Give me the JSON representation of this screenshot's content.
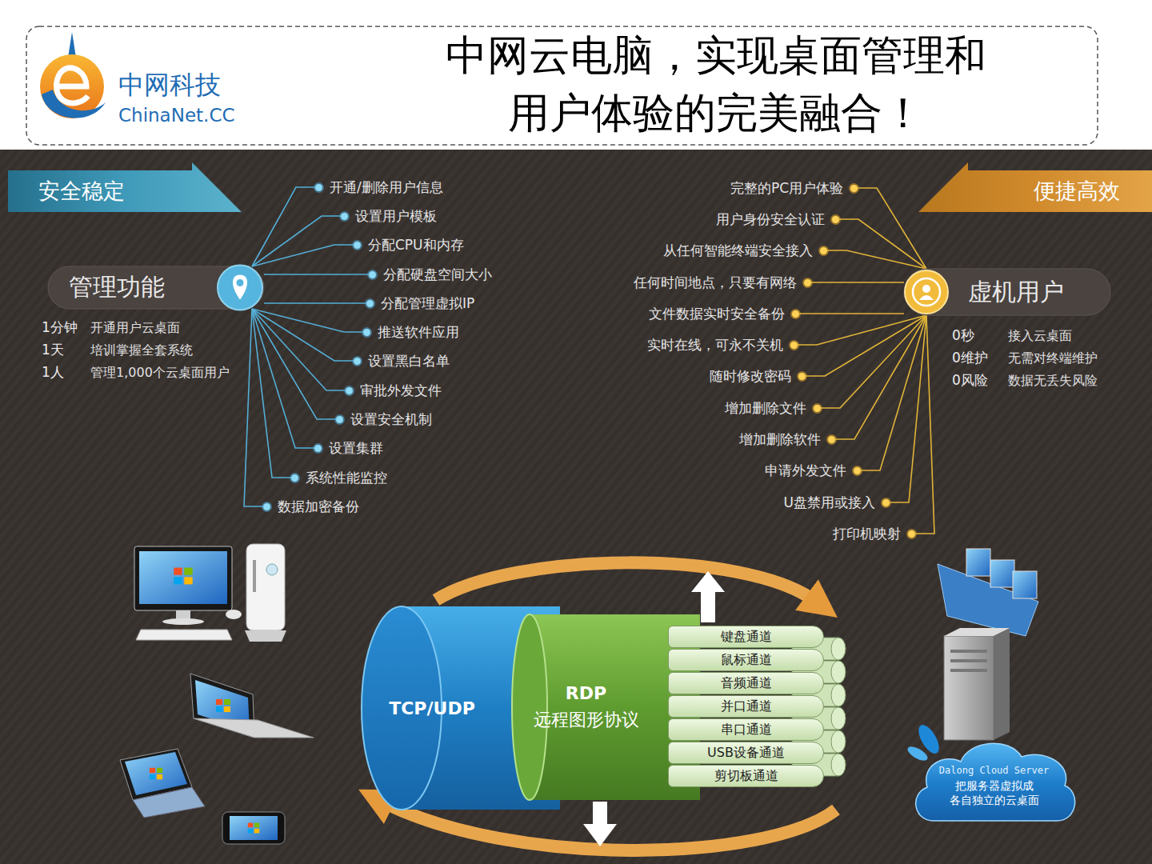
{
  "diagram": {
    "title": "中网云电脑，实现桌面管理和 用户体验的完美融合！",
    "nodes": [
      {
        "text": [
          "安全稳定"
        ]
      },
      {
        "text": [
          "管理功能"
        ]
      },
      {
        "text": [
          "开通/删除用户信息"
        ]
      },
      {
        "text": [
          "设置用户模板"
        ]
      },
      {
        "text": [
          "分配CPU和内存"
        ]
      },
      {
        "text": [
          "分配硬盘空间大小"
        ]
      },
      {
        "text": [
          "分配管理虚拟IP"
        ]
      },
      {
        "text": [
          "推送软件应用"
        ]
      },
      {
        "text": [
          "设置黑白名单"
        ]
      },
      {
        "text": [
          "审批外发文件"
        ]
      },
      {
        "text": [
          "设置安全机制"
        ]
      },
      {
        "text": [
          "设置集群"
        ]
      },
      {
        "text": [
          "系统性能监控"
        ]
      },
      {
        "text": [
          "数据加密备份"
        ]
      },
      {
        "text": [
          "便捷高效"
        ]
      },
      {
        "text": [
          "虚机用户"
        ]
      },
      {
        "text": [
          "完整的PC用户体验"
        ]
      },
      {
        "text": [
          "用户身份安全认证"
        ]
      },
      {
        "text": [
          "从任何智能终端安全接入"
        ]
      },
      {
        "text": [
          "任何时间地点，只要有网络"
        ]
      },
      {
        "text": [
          "文件数据实时安全备份"
        ]
      },
      {
        "text": [
          "实时在线，可永不关机"
        ]
      },
      {
        "text": [
          "随时修改密码"
        ]
      },
      {
        "text": [
          "增加删除文件"
        ]
      },
      {
        "text": [
          "增加删除软件"
        ]
      },
      {
        "text": [
          "申请外发文件"
        ]
      },
      {
        "text": [
          "U盘禁用或接入"
        ]
      },
      {
        "text": [
          "打印机映射"
        ]
      },
      {
        "text": [
          "TCP/UDP"
        ]
      },
      {
        "text": [
          "RDP",
          "远程图形协议"
        ]
      },
      {
        "text": [
          "键盘通道"
        ]
      },
      {
        "text": [
          "鼠标通道"
        ]
      },
      {
        "text": [
          "音频通道"
        ]
      },
      {
        "text": [
          "并口通道"
        ]
      },
      {
        "text": [
          "串口通道"
        ]
      },
      {
        "text": [
          "USB设备通道"
        ]
      },
      {
        "text": [
          "剪切板通道"
        ]
      },
      {
        "text": [
          "Dalong Cloud Server",
          "把服务器虚拟成 各自独立的云桌面"
        ]
      }
    ],
    "edges": [
      {
        "from": 1,
        "to": 2,
        "arrow": "none"
      },
      {
        "from": 1,
        "to": 3,
        "arrow": "none"
      },
      {
        "from": 1,
        "to": 4,
        "arrow": "none"
      },
      {
        "from": 1,
        "to": 5,
        "arrow": "none"
      },
      {
        "from": 1,
        "to": 6,
        "arrow": "none"
      },
      {
        "from": 1,
        "to": 7,
        "arrow": "none"
      },
      {
        "from": 1,
        "to": 8,
        "arrow": "none"
      },
      {
        "from": 1,
        "to": 9,
        "arrow": "none"
      },
      {
        "from": 1,
        "to": 10,
        "arrow": "none"
      },
      {
        "from": 1,
        "to": 11,
        "arrow": "none"
      },
      {
        "from": 1,
        "to": 12,
        "arrow": "none"
      },
      {
        "from": 1,
        "to": 13,
        "arrow": "none"
      },
      {
        "from": 15,
        "to": 16,
        "arrow": "none"
      },
      {
        "from": 15,
        "to": 17,
        "arrow": "none"
      },
      {
        "from": 15,
        "to": 18,
        "arrow": "none"
      },
      {
        "from": 15,
        "to": 19,
        "arrow": "none"
      },
      {
        "from": 15,
        "to": 20,
        "arrow": "none"
      },
      {
        "from": 15,
        "to": 21,
        "arrow": "none"
      },
      {
        "from": 15,
        "to": 22,
        "arrow": "none"
      },
      {
        "from": 15,
        "to": 23,
        "arrow": "none"
      },
      {
        "from": 15,
        "to": 24,
        "arrow": "none"
      },
      {
        "from": 15,
        "to": 25,
        "arrow": "none"
      },
      {
        "from": 15,
        "to": 26,
        "arrow": "none"
      },
      {
        "from": 15,
        "to": 27,
        "arrow": "none"
      }
    ],
    "labels": [
      "中网科技",
      "ChinaNet.CC",
      "1分钟",
      "开通用户云桌面",
      "1天",
      "培训掌握全套系统",
      "1人",
      "管理1,000个云桌面用户",
      "0秒",
      "接入云桌面",
      "0维护",
      "无需对终端维护",
      "0风险",
      "数据无丢失风险"
    ]
  }
}
